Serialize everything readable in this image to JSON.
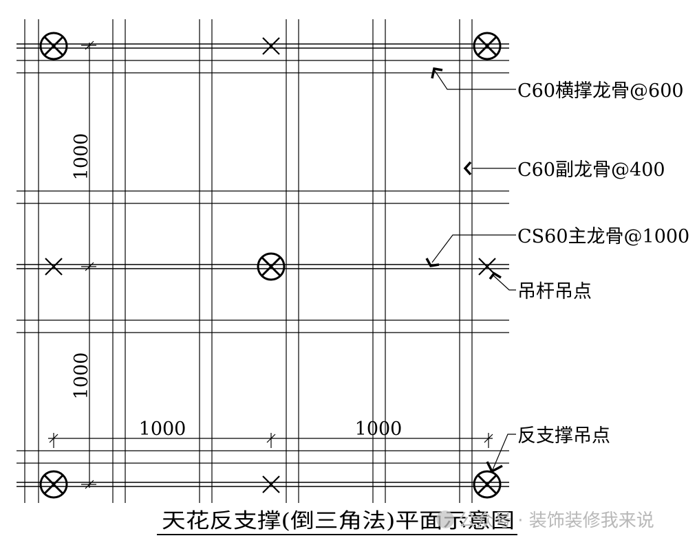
{
  "labels": {
    "horizontal_bracing": "C60横撑龙骨@600",
    "secondary_joist": "C60副龙骨@400",
    "main_joist": "CS60主龙骨@1000",
    "hanger_point": "吊杆吊点",
    "reverse_support_point": "反支撑吊点"
  },
  "dimensions": {
    "upper_vertical": "1000",
    "lower_vertical": "1000",
    "left_horizontal": "1000",
    "right_horizontal": "1000"
  },
  "title": "天花反支撑(倒三角法)平面示意图",
  "watermark": "公众号 · 装饰装修我来说"
}
